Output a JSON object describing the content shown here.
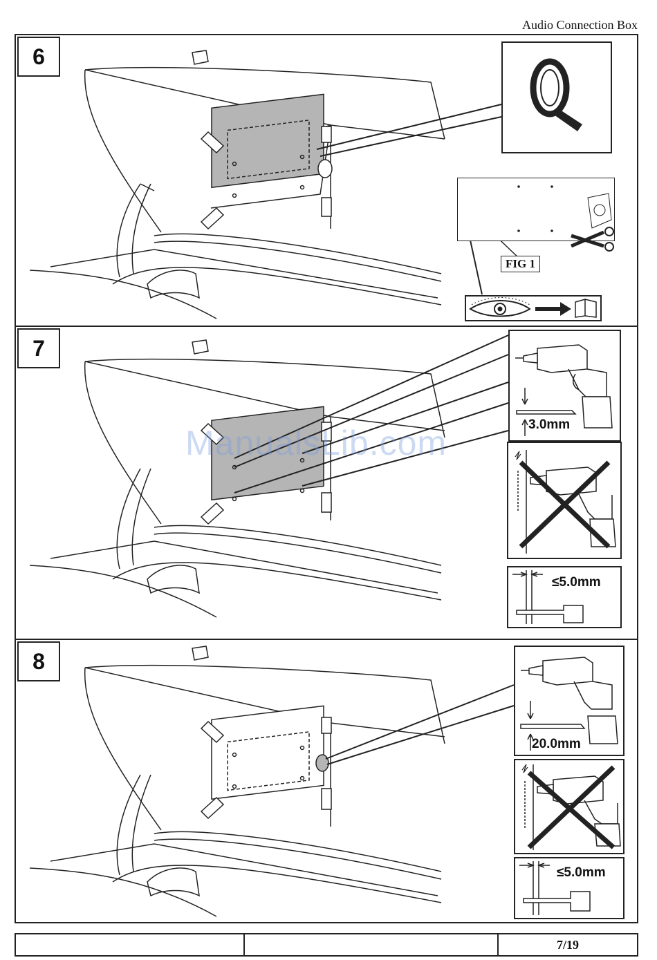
{
  "header": {
    "title": "Audio Connection Box"
  },
  "steps": [
    {
      "number": "6",
      "fig_label": "FIG 1"
    },
    {
      "number": "7",
      "drill_size": "3.0mm",
      "edge_distance": "≤5.0mm"
    },
    {
      "number": "8",
      "drill_size": "20.0mm",
      "edge_distance": "≤5.0mm"
    }
  ],
  "watermark": "ManualsLib.com",
  "footer": {
    "cells": [
      "",
      "",
      "7/19"
    ]
  },
  "colors": {
    "plate_fill": "#b5b5b5",
    "line": "#222222",
    "watermark": "#8fa9dc"
  },
  "icons": [
    "tape-roll-icon",
    "scissors-icon",
    "eye-scale-icon",
    "arrow-right-icon",
    "drill-icon",
    "drill-bit-icon",
    "no-drill-icon",
    "hammer-drill-icon"
  ]
}
